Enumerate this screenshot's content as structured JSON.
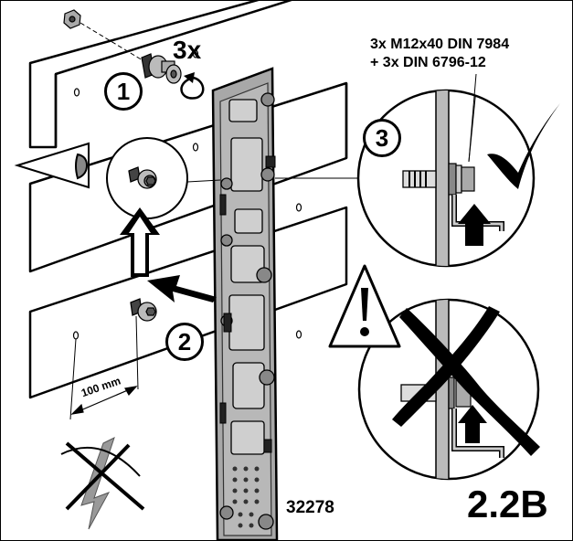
{
  "diagram": {
    "spec_line_1": "3x M12x40 DIN 7984",
    "spec_line_2": "+ 3x DIN 6796-12",
    "multiplier": "3x",
    "callouts": [
      "1",
      "2",
      "3"
    ],
    "dimension": "100 mm",
    "part_code": "32278",
    "step_label": "2.2B"
  },
  "icons": [
    "check-mark-icon",
    "cross-mark-icon",
    "warning-icon",
    "lightning-crossed-icon",
    "bolt-icon",
    "washer-icon",
    "arrow-up-icon"
  ],
  "colors": {
    "line": "#000000",
    "rail": "#a8a8a8",
    "background": "#ffffff"
  }
}
